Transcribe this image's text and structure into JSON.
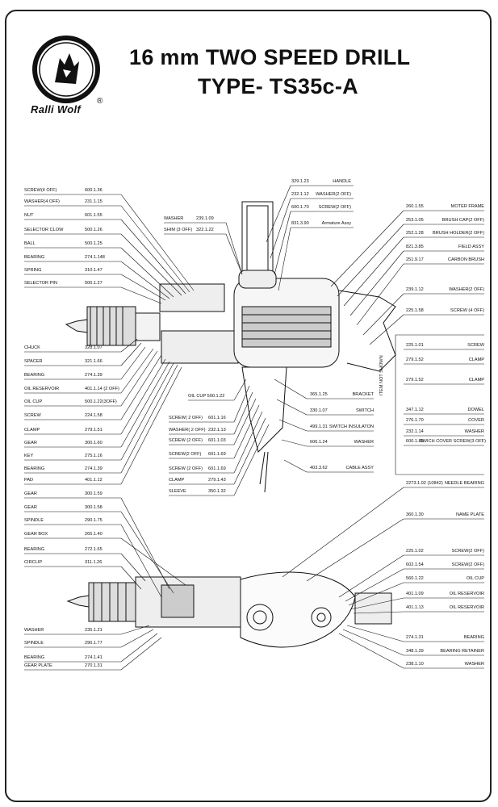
{
  "brand": {
    "name": "Ralli Wolf",
    "registered": "®"
  },
  "title": {
    "line1": "16 mm TWO SPEED  DRILL",
    "line2": "TYPE- TS35c-A"
  },
  "item_not_shown": "ITEM NOT SHOWN",
  "left_parts_upper": [
    {
      "name": "SCREW(4 OFF)",
      "code": "600.1.36"
    },
    {
      "name": "WASHER(4 OFF)",
      "code": "231.1.15"
    },
    {
      "name": "NUT",
      "code": "601.1.55"
    },
    {
      "name": "SELECTOR CLOW",
      "code": "500.1.26"
    },
    {
      "name": "BALL",
      "code": "500.1.25"
    },
    {
      "name": "BEARING",
      "code": "274.1.148"
    },
    {
      "name": "SPRING",
      "code": "310.1.47"
    },
    {
      "name": "SELECTOR PIN",
      "code": "500.1.27"
    },
    {
      "name": "CHUCK",
      "code": "328.1.07"
    },
    {
      "name": "SPACER",
      "code": "321.1.66"
    },
    {
      "name": "BEARING",
      "code": "274.1.39"
    },
    {
      "name": "OIL RESERVOIR",
      "code": "401.1.14 (2 OFF)"
    },
    {
      "name": "OIL CUP",
      "code": "500.1.22(3OFF)"
    },
    {
      "name": "SCREW",
      "code": "224.1.58"
    },
    {
      "name": "CLAMP",
      "code": "279.1.51"
    },
    {
      "name": "GEAR",
      "code": "300.1.60"
    },
    {
      "name": "KEY",
      "code": "275.1.16"
    },
    {
      "name": "BEARING",
      "code": "274.1.39"
    },
    {
      "name": "PAD",
      "code": "401.1.12"
    }
  ],
  "left_parts_lower": [
    {
      "name": "GEAR",
      "code": "300.1.59"
    },
    {
      "name": "GEAR",
      "code": "300.1.58"
    },
    {
      "name": "SPINDLE",
      "code": "290.1.75"
    },
    {
      "name": "GEAR BOX",
      "code": "265.1.40"
    },
    {
      "name": "BEARING",
      "code": "272.1.65"
    },
    {
      "name": "CIRCLIP",
      "code": "311.1.26"
    },
    {
      "name": "WASHER",
      "code": "235.1.21"
    },
    {
      "name": "SPINDLE",
      "code": "290.1.77"
    },
    {
      "name": "BEARING",
      "code": "274.1.41"
    },
    {
      "name": "GEAR PLATE",
      "code": "270.1.31"
    }
  ],
  "top_center_parts": [
    {
      "code": "329.1.23",
      "name": "HANDLE"
    },
    {
      "code": "232.1.12",
      "name": "WASHER(2 OFF)"
    },
    {
      "code": "600.1.70",
      "name": "SCREW(2 OFF)"
    },
    {
      "code": "831.3.90",
      "name": "Armature Assy"
    }
  ],
  "mid_top_parts": [
    {
      "name": "WASHER",
      "code": "239.1.09"
    },
    {
      "name": "SHIM   (3 OFF)",
      "code": "322.1.22"
    }
  ],
  "center_parts": [
    {
      "name": "OIL CUP 500.1.22",
      "code": ""
    },
    {
      "name": "SCREW( 2 OFF)",
      "code": "601.1.16"
    },
    {
      "name": "WASHER( 2 OFF)",
      "code": "232.1.13"
    },
    {
      "name": "SCREW (2 OFF)",
      "code": "601.1.03"
    },
    {
      "name": "SCREW(2 OFF)",
      "code": "601.1.69"
    },
    {
      "name": "SCREW (2 OFF)",
      "code": "601.1.69"
    },
    {
      "name": "CLAMP",
      "code": "279.1.43"
    },
    {
      "name": "SLEEVE",
      "code": "350.1.32"
    }
  ],
  "center_right_parts": [
    {
      "code": "365.1.25",
      "name": "BRACKET"
    },
    {
      "code": "330.1.07",
      "name": "SWITCH"
    },
    {
      "code": "499.1.31",
      "name": "SWITCH INSULATON"
    },
    {
      "code": "606.1.24",
      "name": "WASHER"
    },
    {
      "code": "403.3.62",
      "name": "CABLE ASSY"
    }
  ],
  "right_parts_upper": [
    {
      "code": "260.1.55",
      "name": "MOTER FRAME"
    },
    {
      "code": "253.1.05",
      "name": "BRUSH CAP(2 OFF)"
    },
    {
      "code": "252.1.28",
      "name": "BRUSH HOLDER(2 OFF)"
    },
    {
      "code": "821.3.85",
      "name": "FIELD ASSY"
    },
    {
      "code": "251.9.17",
      "name": "CARBON BRUSH"
    },
    {
      "code": "239.1.12",
      "name": "WASHER(2 OFF)"
    },
    {
      "code": "225.1.58",
      "name": "SCREW (4 OFF)"
    }
  ],
  "not_shown_parts": [
    {
      "code": "225.1.01",
      "name": "SCREW"
    },
    {
      "code": "279.1.52",
      "name": "CLAMP"
    },
    {
      "code": "279.1.52",
      "name": "CLAMP"
    },
    {
      "code": "347.1.12",
      "name": "DOWEL"
    },
    {
      "code": "276.1.70",
      "name": "COVER"
    },
    {
      "code": "232.1.14",
      "name": "WASHER"
    },
    {
      "code": "600.1.85",
      "name": "SWICH COVER SCREW(3 OFF)"
    }
  ],
  "right_parts_lower": [
    {
      "code": "2273.1.02 (10842)",
      "name": "NEEDLE BEARING"
    },
    {
      "code": "360.1.30",
      "name": "NAME PLATE"
    },
    {
      "code": "225.1.02",
      "name": "SCREW(2 OFF)"
    },
    {
      "code": "602.1.54",
      "name": "SCREW(2 OFF)"
    },
    {
      "code": "560.1.22",
      "name": "OIL CUP"
    },
    {
      "code": "401.1.09",
      "name": "OIL RESERVOIR"
    },
    {
      "code": "401.1.13",
      "name": "OIL RESERVOIR"
    },
    {
      "code": "274.1.31",
      "name": "BEARING"
    },
    {
      "code": "348.1.39",
      "name": "BEARING RETAINER"
    },
    {
      "code": "238.1.10",
      "name": "WASHER"
    }
  ]
}
